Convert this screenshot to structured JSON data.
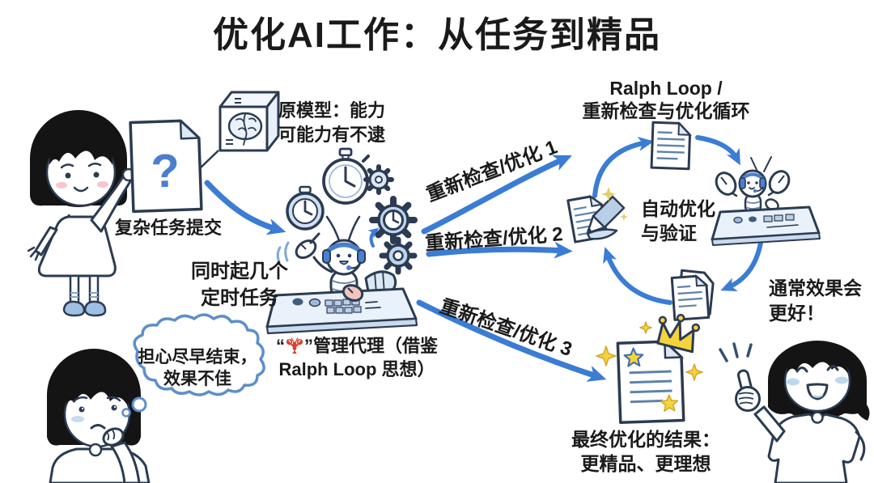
{
  "title": "优化AI工作：从任务到精品",
  "submit": {
    "label": "复杂任务提交",
    "question_mark": "?"
  },
  "model_note": {
    "line1": "原模型：能力",
    "line2": "可能力有不逮"
  },
  "scheduler": {
    "note_line1": "同时起几个",
    "note_line2": "定时任务",
    "caption_quote_open": "“",
    "caption_lobster_icon": "🦞",
    "caption_after_icon": "”管理代理（借鉴",
    "caption_line2": "Ralph Loop 思想）"
  },
  "recheck_arrows": {
    "label1": "重新检查/优化 1",
    "label2": "重新检查/优化 2",
    "label3": "重新检查/优化 3"
  },
  "loop": {
    "title_line1": "Ralph Loop /",
    "title_line2": "重新检查与优化循环",
    "center_line1": "自动优化",
    "center_line2": "与验证"
  },
  "result": {
    "line1": "最终优化的结果：",
    "line2": "更精品、更理想"
  },
  "outcome_note": {
    "line1": "通常效果会",
    "line2": "更好！"
  },
  "worry_bubble": {
    "line1": "担心尽早结束，",
    "line2": "效果不佳"
  },
  "colors": {
    "arrow_blue": "#3b7cd4",
    "outline_navy": "#2b3b52",
    "light_blue_fill": "#cfe0f2",
    "accent_yellow": "#f5d33c",
    "lobster_red": "#e03e2d",
    "text_ink": "#1a1a1a"
  }
}
